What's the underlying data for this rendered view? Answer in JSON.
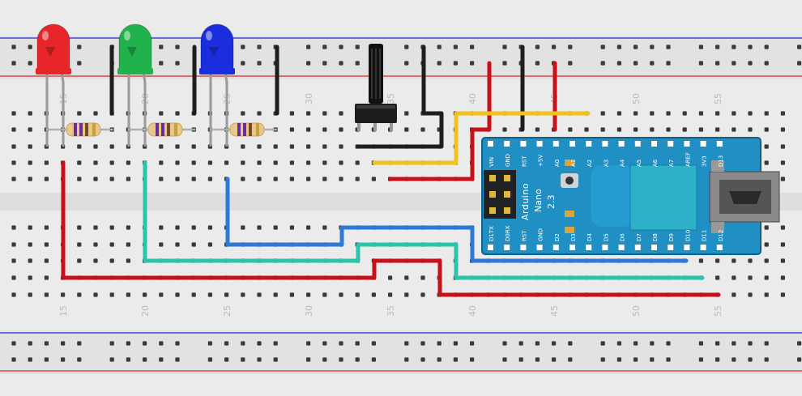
{
  "breadboard": {
    "column_numbers": [
      "15",
      "20",
      "25",
      "30",
      "35",
      "40",
      "45",
      "50",
      "55"
    ]
  },
  "arduino": {
    "name": "Arduino",
    "model": "Nano",
    "version": "2.3",
    "top_pins": [
      "VIN",
      "GND",
      "RST",
      "+5V",
      "A0",
      "A1",
      "A2",
      "A3",
      "A4",
      "A5",
      "A6",
      "A7",
      "AREF",
      "3V3",
      "D13"
    ],
    "bottom_pins": [
      "D1TX",
      "D0RX",
      "RST",
      "GND",
      "D2",
      "D3",
      "D4",
      "D5",
      "D6",
      "D7",
      "D8",
      "D9",
      "D10",
      "D11",
      "D12"
    ]
  },
  "components": {
    "leds": [
      {
        "name": "red-led",
        "color": "#e8262a"
      },
      {
        "name": "green-led",
        "color": "#22b24c"
      },
      {
        "name": "blue-led",
        "color": "#1a2ee0"
      }
    ],
    "resistor_count": 3,
    "potentiometer": "potentiometer"
  },
  "colors": {
    "board": "#e9e9e9",
    "rail_blue": "#2a2ad8",
    "rail_red": "#d82a2a",
    "wire_red": "#c8101a",
    "wire_black": "#1e1e1e",
    "wire_yellow": "#f2c21c",
    "wire_blue": "#2e78d6",
    "wire_teal": "#2bc4a8",
    "arduino_board": "#1f8fc4"
  }
}
